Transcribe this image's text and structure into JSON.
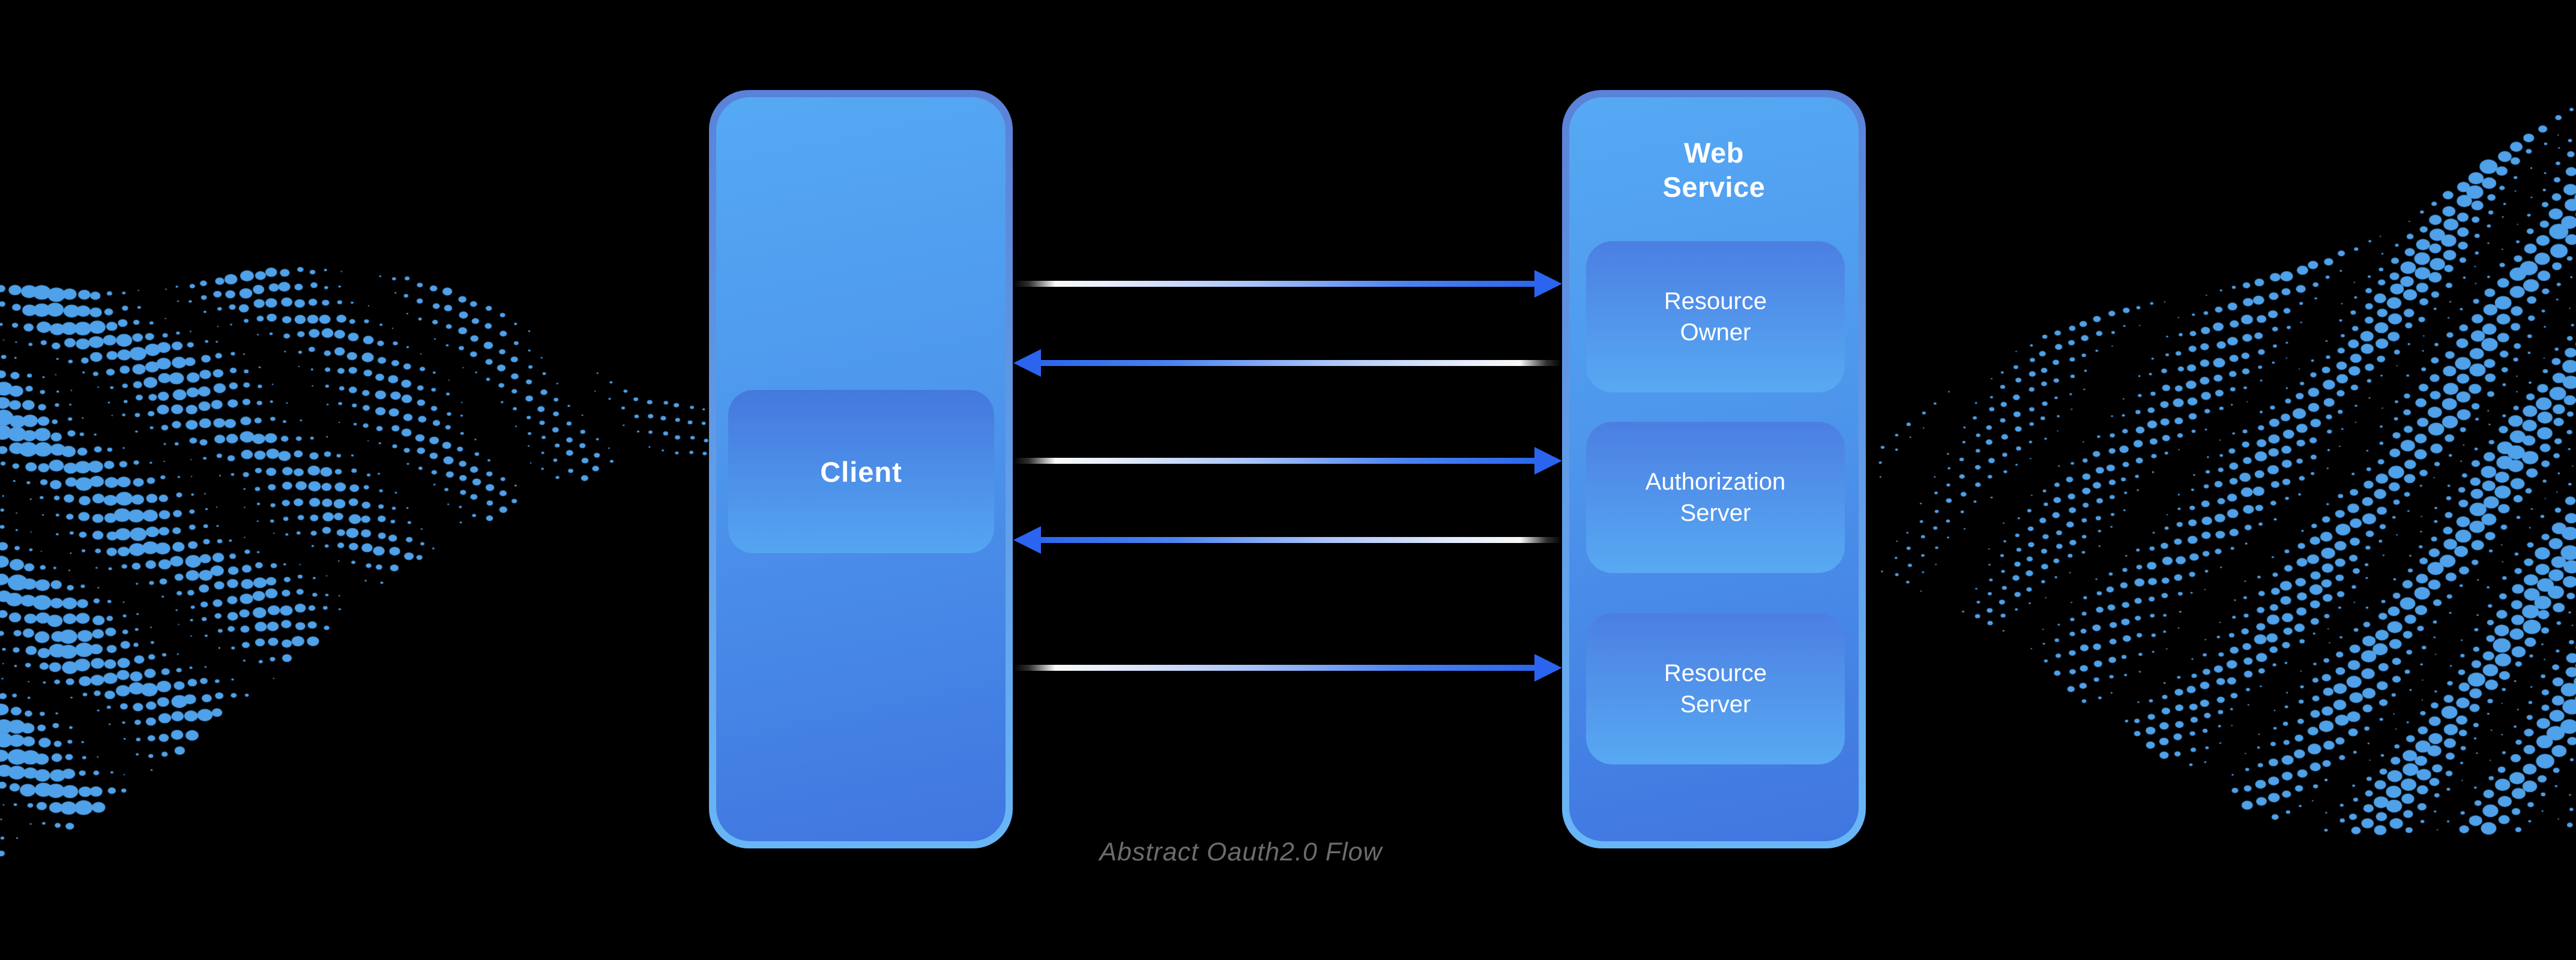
{
  "caption": "Abstract Oauth2.0 Flow",
  "client": {
    "label": "Client"
  },
  "web_service": {
    "title": "Web Service",
    "components": [
      {
        "label": "Resource Owner"
      },
      {
        "label": "Authorization Server"
      },
      {
        "label": "Resource Server"
      }
    ]
  },
  "flow_arrows": [
    {
      "direction": "right",
      "from": "Client",
      "to": "Resource Owner"
    },
    {
      "direction": "left",
      "from": "Resource Owner",
      "to": "Client"
    },
    {
      "direction": "right",
      "from": "Client",
      "to": "Authorization Server"
    },
    {
      "direction": "left",
      "from": "Authorization Server",
      "to": "Client"
    },
    {
      "direction": "right",
      "from": "Client",
      "to": "Resource Server"
    }
  ],
  "colors": {
    "background": "#000000",
    "box_border_top": "#5a82d8",
    "box_border_bottom": "#68b6f6",
    "box_fill_top": "#55a9f4",
    "box_fill_bottom": "#4076e0",
    "inner_fill_top": "#4478dd",
    "inner_fill_bottom": "#57a9f4",
    "arrow_blue": "#2c66ee",
    "caption_gray": "#6c6c6c",
    "wave_dot": "#4fa1e9",
    "text": "#ffffff"
  }
}
